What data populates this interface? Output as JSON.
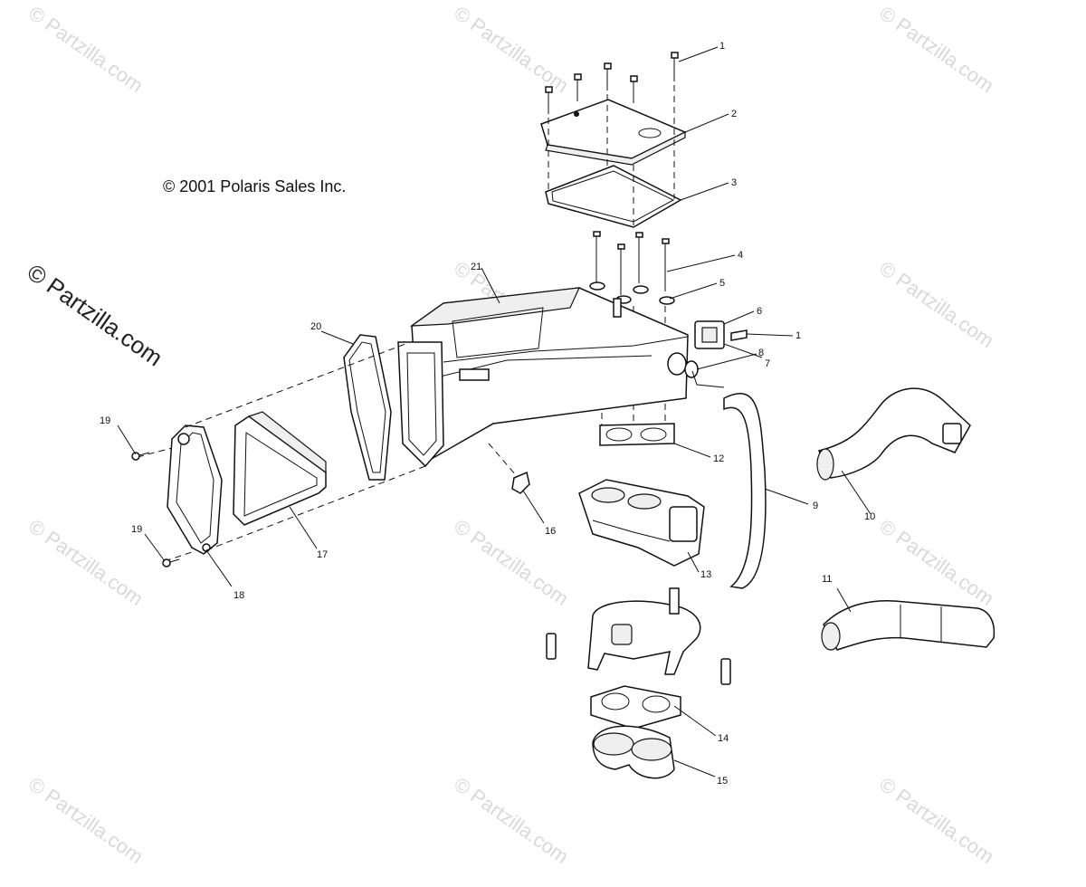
{
  "copyright": "© 2001 Polaris Sales Inc.",
  "watermark_main": "© Partzilla.com",
  "watermark_repeat": "© Partzilla.com",
  "callouts": [
    {
      "id": "1"
    },
    {
      "id": "2"
    },
    {
      "id": "3"
    },
    {
      "id": "4"
    },
    {
      "id": "5"
    },
    {
      "id": "6"
    },
    {
      "id": "1"
    },
    {
      "id": "7"
    },
    {
      "id": "8"
    },
    {
      "id": "9"
    },
    {
      "id": "10"
    },
    {
      "id": "11"
    },
    {
      "id": "12"
    },
    {
      "id": "13"
    },
    {
      "id": "14"
    },
    {
      "id": "15"
    },
    {
      "id": "16"
    },
    {
      "id": "17"
    },
    {
      "id": "18"
    },
    {
      "id": "19"
    },
    {
      "id": "19"
    },
    {
      "id": "20"
    },
    {
      "id": "21"
    }
  ]
}
